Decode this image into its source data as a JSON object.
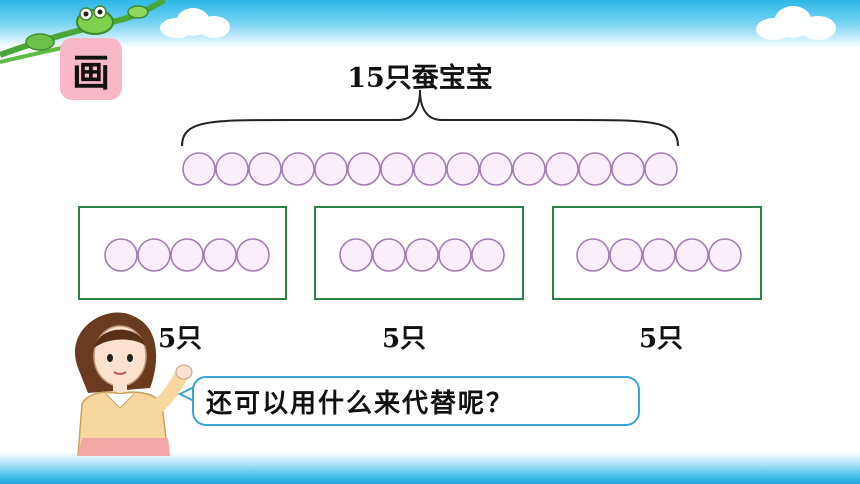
{
  "slide": {
    "badge_text": "画",
    "title": "15只蚕宝宝",
    "groups": [
      {
        "label": "5只",
        "count": 5
      },
      {
        "label": "5只",
        "count": 5
      },
      {
        "label": "5只",
        "count": 5
      }
    ],
    "total_circles": 15,
    "question": "还可以用什么来代替呢？"
  },
  "colors": {
    "circle_fill": "#f9eef9",
    "circle_stroke": "#a47bb3",
    "box_border": "#2e7f48",
    "badge_bg": "#f8b8c8",
    "speech_border": "#3aa3d9",
    "band_blue": "#2eb7e6"
  }
}
